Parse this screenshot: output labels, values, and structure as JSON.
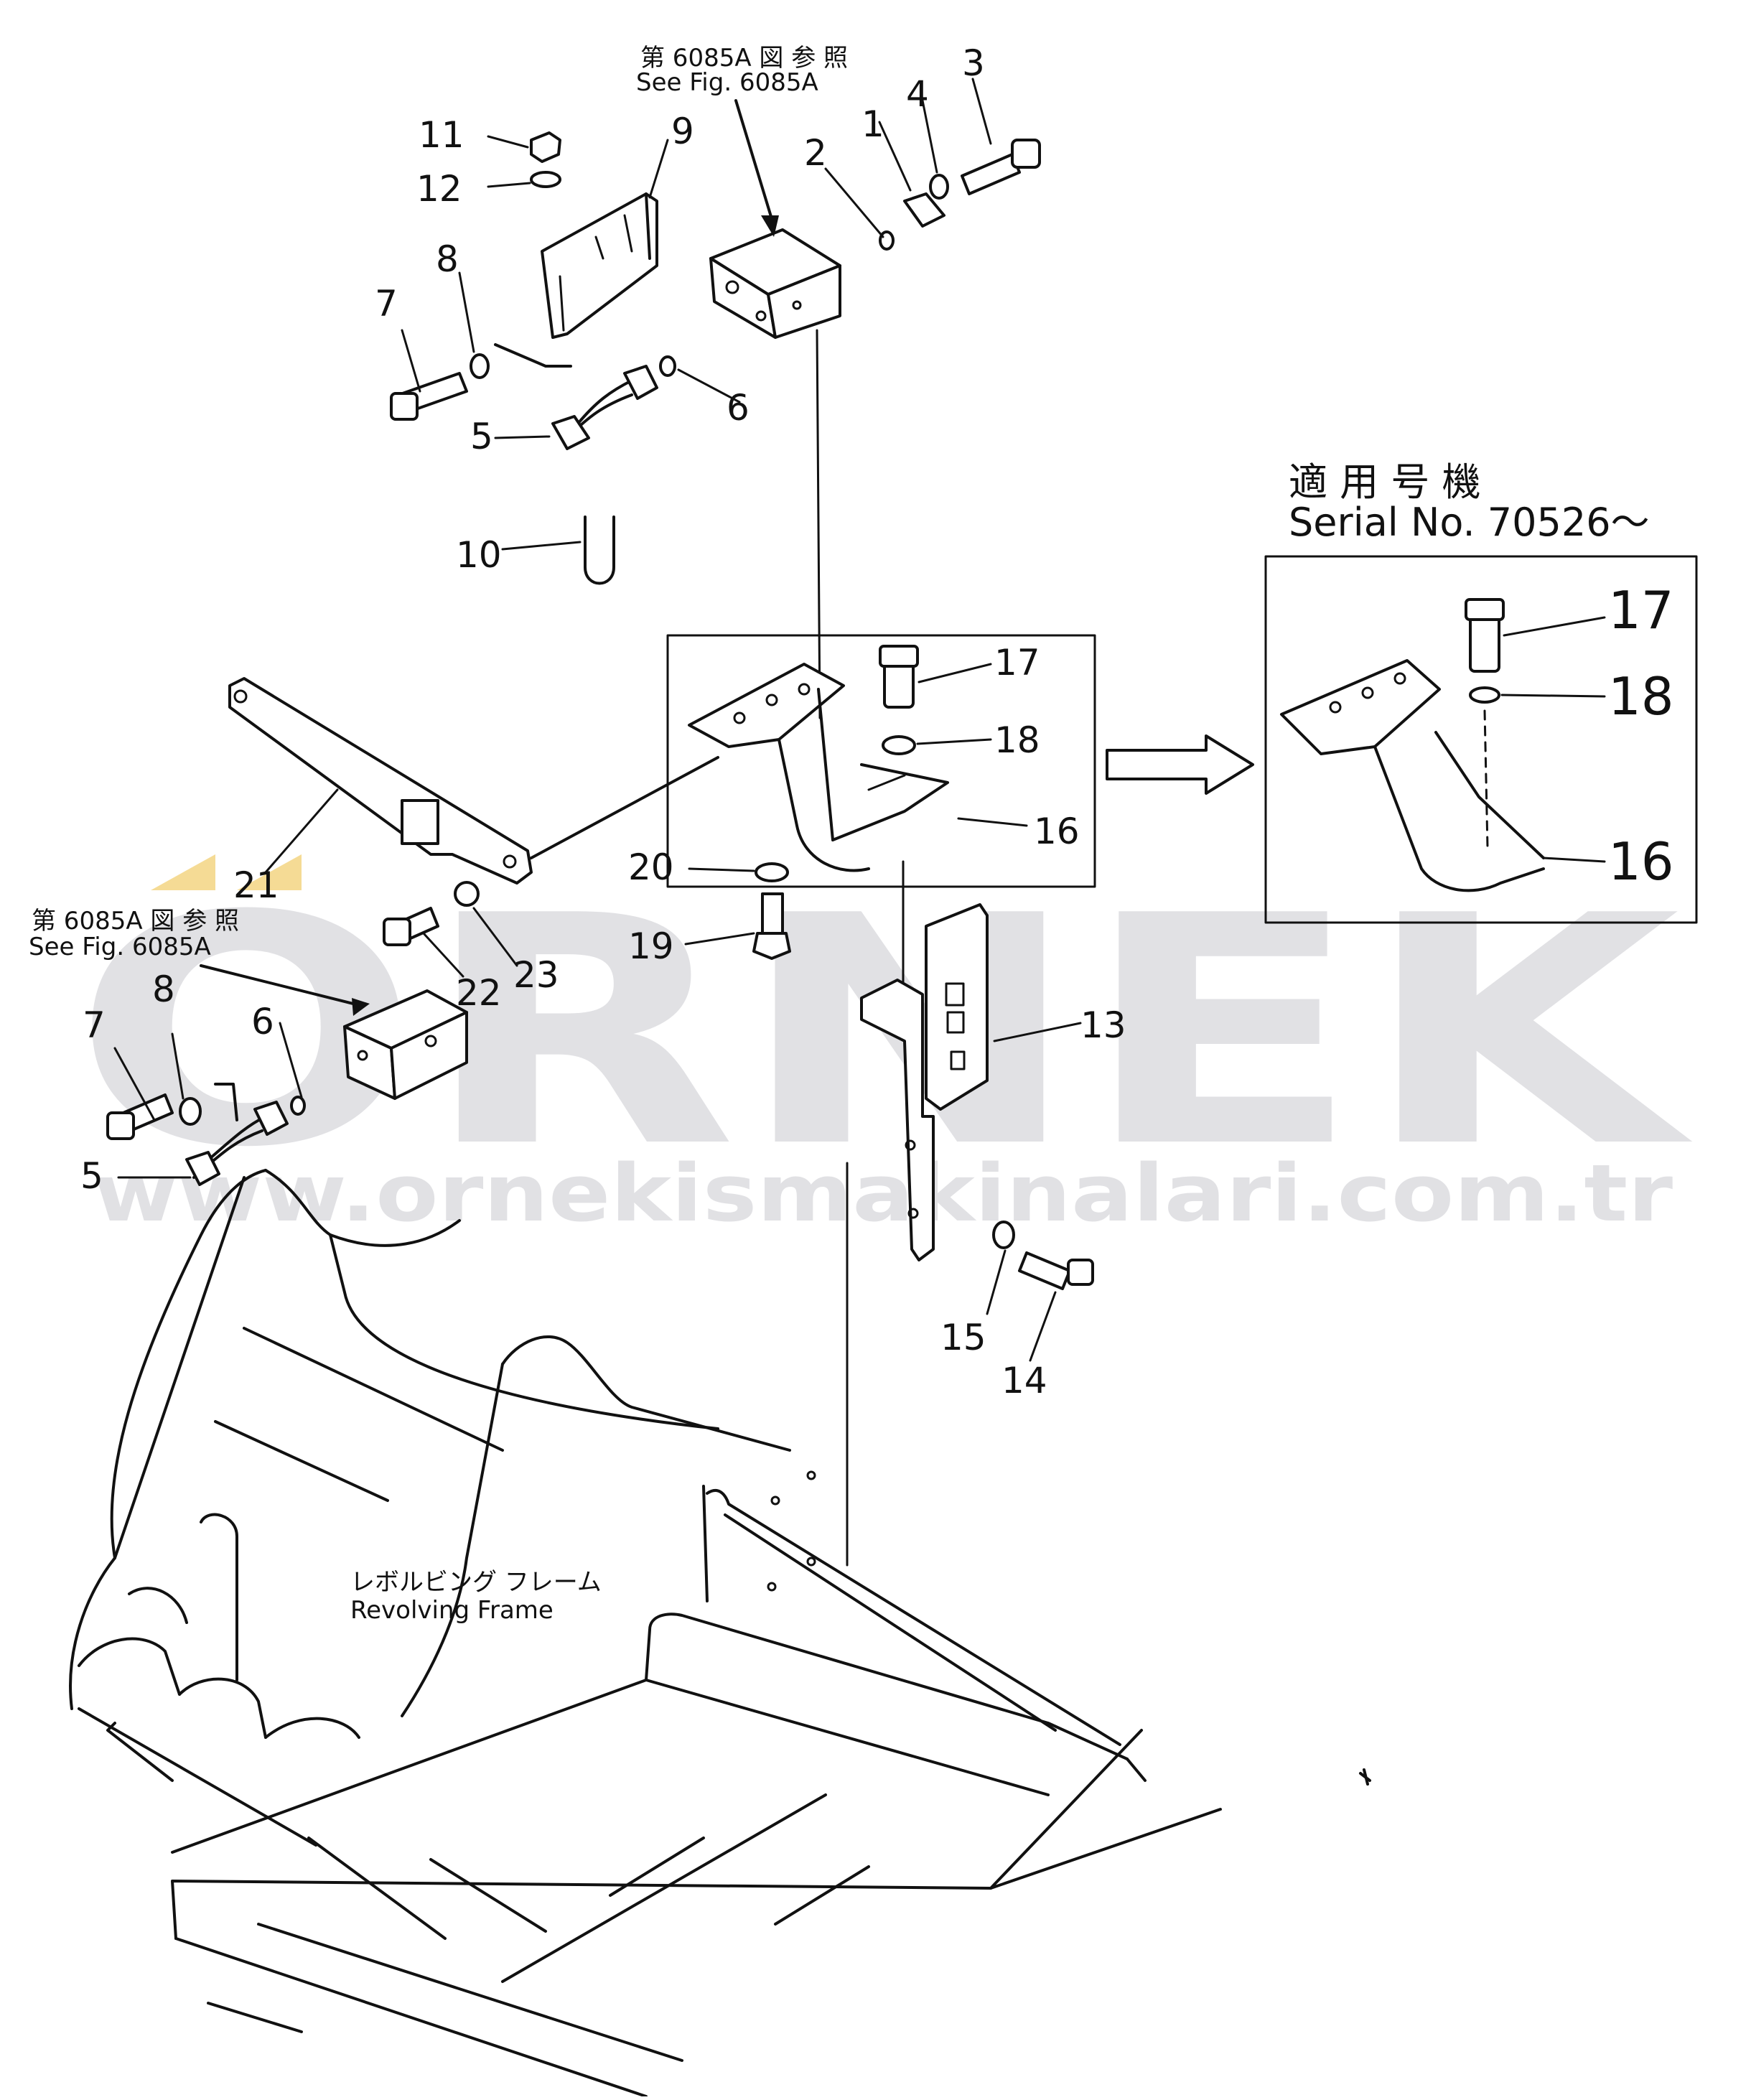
{
  "callouts": {
    "c1": "1",
    "c2": "2",
    "c3": "3",
    "c4": "4",
    "c5": "5",
    "c6": "6",
    "c7": "7",
    "c8": "8",
    "c9": "9",
    "c10": "10",
    "c11": "11",
    "c12": "12",
    "c13": "13",
    "c14": "14",
    "c15": "15",
    "c16": "16",
    "c17": "17",
    "c18": "18",
    "c19": "19",
    "c20": "20",
    "c21": "21",
    "c22": "22",
    "c23": "23",
    "l5": "5",
    "l6": "6",
    "l7": "7",
    "l8": "8",
    "i16": "16",
    "i17": "17",
    "i18": "18"
  },
  "notes": {
    "ref_top_jp": "第 6085A 図 参 照",
    "ref_top_en": "See Fig. 6085A",
    "ref_left_jp": "第 6085A 図 参 照",
    "ref_left_en": "See Fig. 6085A",
    "serial_jp": "適 用 号 機",
    "serial_en": "Serial No. 70526～",
    "frame_jp": "レボルビング フレーム",
    "frame_en": "Revolving Frame"
  },
  "watermark": {
    "logo": "ORNEK",
    "url": "www.ornekismakinalari.com.tr",
    "color": "#c9c9cf",
    "accent_color": "#f2d27a"
  }
}
